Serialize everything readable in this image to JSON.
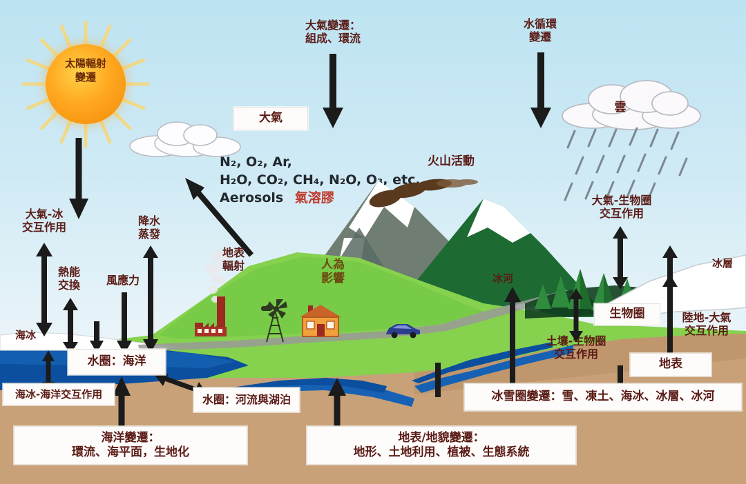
{
  "diagram": {
    "title": "Climate System Components and Interactions",
    "sun": {
      "label": "太陽輻射\n變遷"
    },
    "top_drivers": [
      {
        "name": "atmosphere-change",
        "label": "大氣變遷：\n組成、環流"
      },
      {
        "name": "water-cycle-change",
        "label": "水循環\n變遷"
      }
    ],
    "sky_labels": [
      {
        "name": "cloud-right",
        "label": "雲"
      },
      {
        "name": "volcanic-activity",
        "label": "火山活動"
      },
      {
        "name": "surface-radiation",
        "label": "地表\n輻射"
      },
      {
        "name": "human-influence",
        "label": "人為\n影響"
      },
      {
        "name": "glacier",
        "label": "冰河"
      },
      {
        "name": "ice-sheet",
        "label": "冰層"
      },
      {
        "name": "sea-ice",
        "label": "海冰"
      }
    ],
    "atmosphere_box": {
      "label": "大氣"
    },
    "atmosphere_composition": {
      "line1": "N₂, O₂,  Ar,",
      "line2": "H₂O, CO₂, CH₄, N₂O, O₃, etc.",
      "line3_en": "Aerosols",
      "line3_zh": "氣溶膠"
    },
    "left_interactions": [
      {
        "name": "atmosphere-ice-interaction",
        "label": "大氣-冰\n交互作用"
      },
      {
        "name": "heat-exchange",
        "label": "熱能\n交換"
      },
      {
        "name": "wind-stress",
        "label": "風應力"
      },
      {
        "name": "precipitation-evaporation",
        "label": "降水\n蒸發"
      }
    ],
    "right_interactions": [
      {
        "name": "atmosphere-biosphere-interaction",
        "label": "大氣-生物圈\n交互作用"
      },
      {
        "name": "soil-biosphere-interaction",
        "label": "土壤-生物圈\n交互作用"
      },
      {
        "name": "land-atmosphere-interaction",
        "label": "陸地-大氣\n交互作用"
      }
    ],
    "boxes": [
      {
        "name": "hydrosphere-ocean",
        "label": "水圈：海洋"
      },
      {
        "name": "sea-ice-ocean-interaction",
        "label": "海冰-海洋交互作用"
      },
      {
        "name": "hydrosphere-rivers-lakes",
        "label": "水圈：河流與湖泊"
      },
      {
        "name": "ocean-change",
        "label": "海洋變遷：\n環流、海平面，生地化"
      },
      {
        "name": "land-surface-change",
        "label": "地表/地貌變遷：\n地形、土地利用、植被、生態系統"
      },
      {
        "name": "cryosphere-change",
        "label": "冰雪圈變遷：雪、凍土、海冰、冰層、冰河"
      },
      {
        "name": "biosphere",
        "label": "生物圈"
      },
      {
        "name": "land-surface",
        "label": "地表"
      }
    ],
    "scene_objects": [
      {
        "name": "factory",
        "label": ""
      },
      {
        "name": "windmill",
        "label": ""
      },
      {
        "name": "house",
        "label": ""
      },
      {
        "name": "car",
        "label": ""
      }
    ],
    "colors": {
      "sky_top": "#bde3f2",
      "sky_bottom": "#f6fbfc",
      "sun": "#ffa81f",
      "ocean": "#0b4f9e",
      "soil": "#c8a179",
      "soil_dark": "#a97f53",
      "grass_light": "#86d14e",
      "grass_mid": "#5cbf3f",
      "mountain_green": "#1d6b33",
      "mountain_gray": "#6f7d72",
      "snow": "#ffffff",
      "label_text": "#5b1b16",
      "arrow": "#1b1b1b"
    }
  }
}
